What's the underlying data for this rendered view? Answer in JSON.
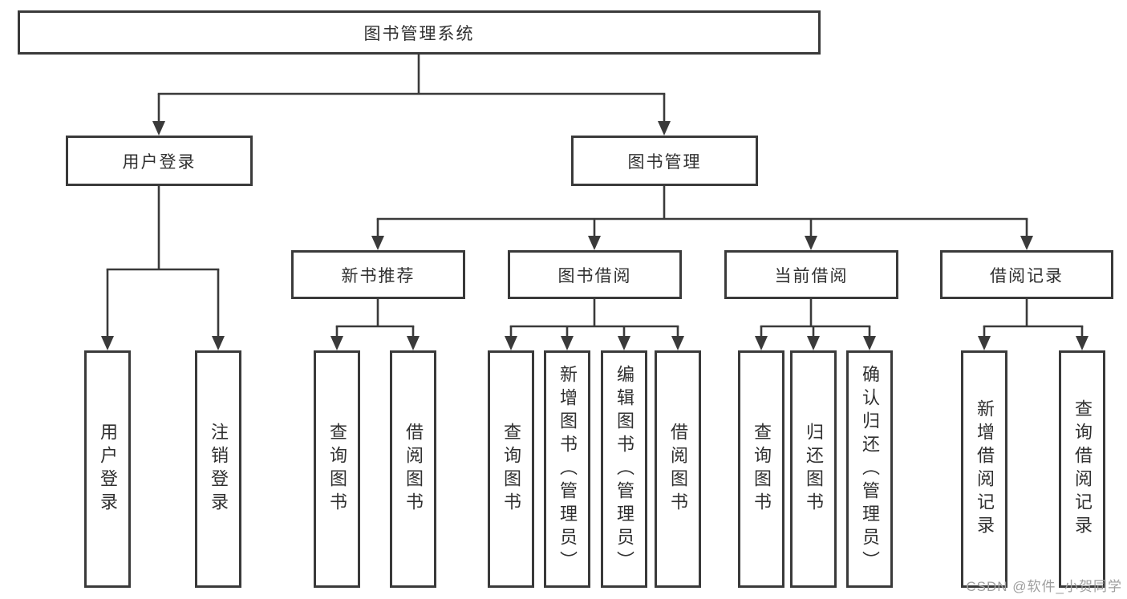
{
  "diagram": {
    "root": {
      "label": "图书管理系统"
    },
    "level2": {
      "user_login": {
        "label": "用户登录"
      },
      "book_mgmt": {
        "label": "图书管理"
      }
    },
    "level3": {
      "new_book_rec": {
        "label": "新书推荐"
      },
      "book_borrow": {
        "label": "图书借阅"
      },
      "current_borrow": {
        "label": "当前借阅"
      },
      "borrow_record": {
        "label": "借阅记录"
      }
    },
    "leaves": {
      "user_login": [
        "用户登录",
        "注销登录"
      ],
      "new_book_rec": [
        "查询图书",
        "借阅图书"
      ],
      "book_borrow": [
        "查询图书",
        "新增图书（管理员）",
        "编辑图书（管理员）",
        "借阅图书"
      ],
      "current_borrow": [
        "查询图书",
        "归还图书",
        "确认归还（管理员）"
      ],
      "borrow_record": [
        "新增借阅记录",
        "查询借阅记录"
      ]
    }
  },
  "watermark": "CSDN @软件_小贺同学",
  "colors": {
    "line": "#3a3a3a",
    "text": "#303030",
    "watermark": "#9e9e9e",
    "background": "#ffffff"
  }
}
